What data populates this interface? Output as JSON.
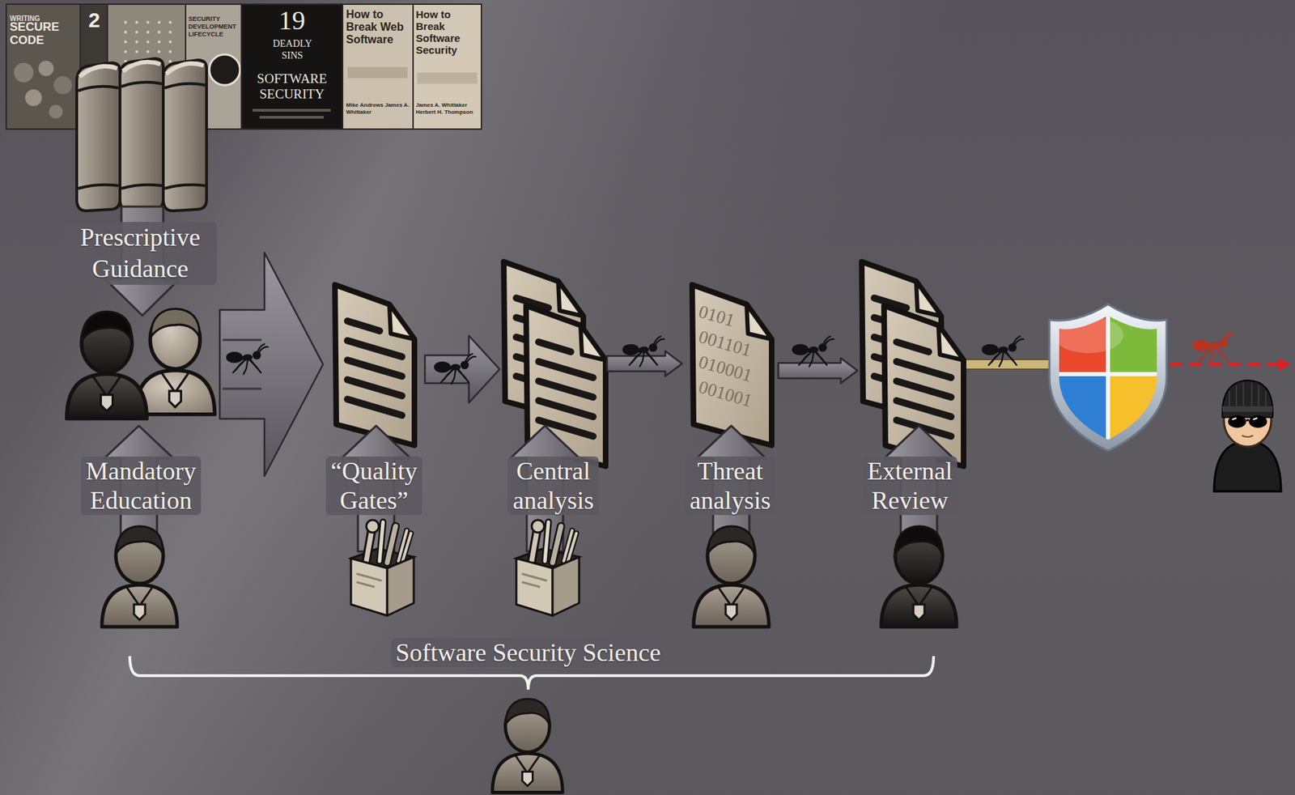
{
  "diagram": {
    "nodes": [
      {
        "text": [
          "Mandatory Education"
        ]
      },
      {
        "text": [
          "“Quality Gates”"
        ]
      },
      {
        "text": [
          "Central analysis"
        ]
      },
      {
        "text": [
          "Threat analysis"
        ]
      },
      {
        "text": [
          "External Review"
        ]
      }
    ],
    "edges": [
      {
        "from": 0,
        "to": 1,
        "arrow": "to"
      },
      {
        "from": 1,
        "to": 2,
        "arrow": "to"
      },
      {
        "from": 2,
        "to": 3,
        "arrow": "to"
      },
      {
        "from": 3,
        "to": 4,
        "arrow": "to"
      }
    ],
    "labels": [
      "WRITING",
      "SECURE CODE",
      "2",
      "SECURITY DEVELOPMENT LIFECYCLE",
      "19",
      "DEADLY SINS",
      "SOFTWARE SECURITY",
      "How to Break Web Software",
      "Mike Andrews James A. Whittaker",
      "How to Break Software Security",
      "James A. Whittaker Herbert H. Thompson",
      "Prescriptive Guidance",
      "0101",
      "001101",
      "010001",
      "001001",
      "Software Security Science"
    ]
  }
}
